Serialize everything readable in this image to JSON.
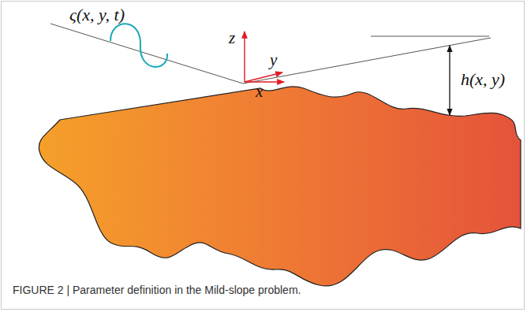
{
  "diagram": {
    "caption": "FIGURE 2 | Parameter definition in the Mild-slope problem.",
    "labels": [
      "ς(x, y, t)",
      "z",
      "y",
      "x",
      "h(x, y)"
    ]
  }
}
